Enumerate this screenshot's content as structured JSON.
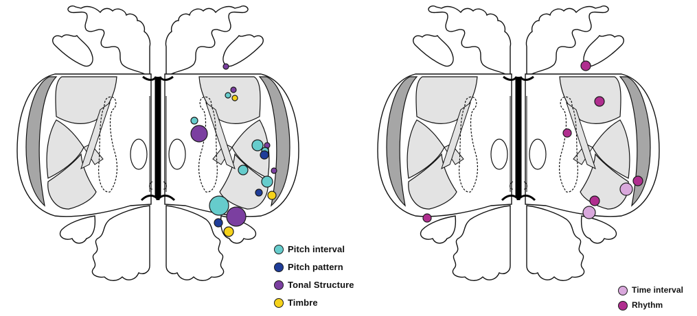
{
  "colors": {
    "pitch_interval": "#66cccc",
    "pitch_pattern": "#1f3d99",
    "tonal_structure": "#7b3fa0",
    "timbre": "#f5d21a",
    "time_interval": "#d9a8dc",
    "rhythm": "#b02e8f",
    "brain_fill": "#e3e3e3",
    "cortex_fill": "#a6a6a6",
    "outline": "#111111"
  },
  "left_panel": {
    "legend": [
      {
        "label": "Pitch interval",
        "color_key": "pitch_interval",
        "icon": "circle"
      },
      {
        "label": "Pitch pattern",
        "color_key": "pitch_pattern",
        "icon": "circle"
      },
      {
        "label": "Tonal Structure",
        "color_key": "tonal_structure",
        "icon": "circle"
      },
      {
        "label": "Timbre",
        "color_key": "timbre",
        "icon": "circle"
      }
    ]
  },
  "right_panel": {
    "legend": [
      {
        "label": "Time interval",
        "color_key": "time_interval",
        "icon": "circle"
      },
      {
        "label": "Rhythm",
        "color_key": "rhythm",
        "icon": "circle"
      }
    ]
  }
}
